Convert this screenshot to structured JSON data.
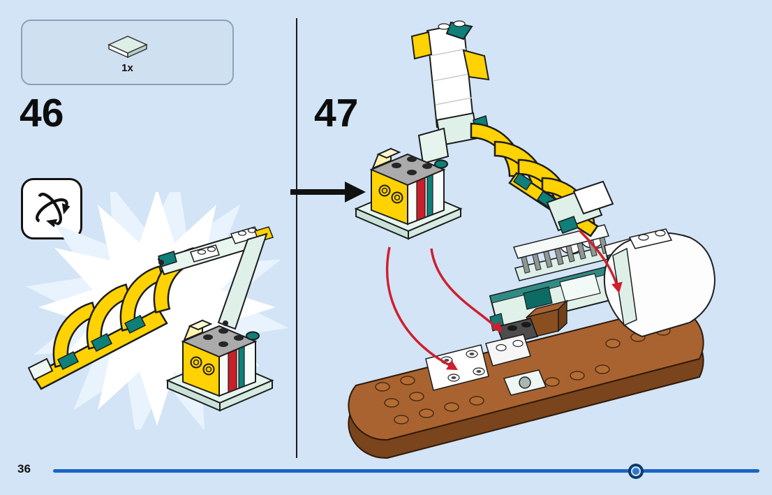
{
  "page": {
    "number": "36",
    "background": "#d2e4f6"
  },
  "callout": {
    "count": "1x",
    "part": "light-aqua-flat-tile"
  },
  "steps": [
    {
      "number": "46"
    },
    {
      "number": "47"
    }
  ],
  "icons": {
    "rotate_icon": "3d-rotate-arrows",
    "step_arrow_icon": "black-right-arrow",
    "part_icon": "flat-tile"
  },
  "progress": {
    "bar_color": "#1a64c2",
    "knob_color": "#0d3a6b",
    "knob_position_pct": 82
  },
  "palette": {
    "yellow": "#ffd203",
    "teal": "#0e7f79",
    "mint": "#dff0e9",
    "red": "#cf1f2e",
    "brown": "#a96331",
    "dark_brown": "#7a441c",
    "gray": "#ababab",
    "background": "#d2e4f6"
  }
}
